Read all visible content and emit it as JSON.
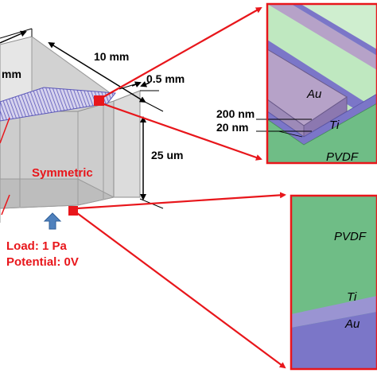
{
  "dimensions": {
    "length": "10 mm",
    "width_partial": "mm",
    "thickness": "0.5 mm",
    "height": "25 um",
    "au_thickness": "200 nm",
    "ti_thickness": "20 nm"
  },
  "labels": {
    "symmetric": "Symmetric",
    "load": "Load: 1 Pa",
    "potential": "Potential: 0V"
  },
  "inset_top": {
    "au": "Au",
    "ti": "Ti",
    "pvdf": "PVDF"
  },
  "inset_bottom": {
    "pvdf": "PVDF",
    "ti": "Ti",
    "au": "Au"
  },
  "colors": {
    "red": "#e8161b",
    "pvdf_green": "#6fbd86",
    "light_green": "#bfe8c0",
    "au_purple": "#b6a2c8",
    "ti_blue": "#7b76c8",
    "load_arrow": "#4f81bd"
  }
}
